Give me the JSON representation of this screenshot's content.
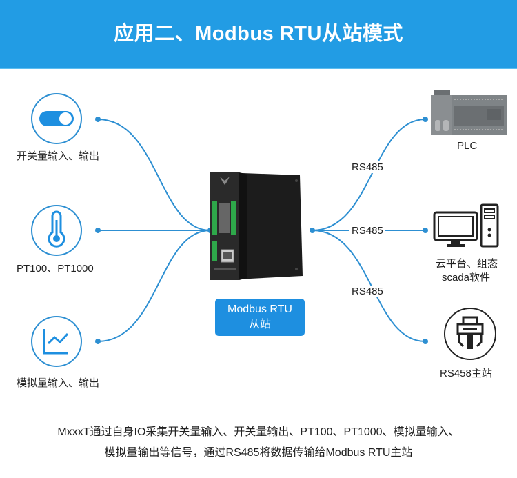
{
  "header": {
    "title": "应用二、Modbus RTU从站模式",
    "bg_color": "#229ce4"
  },
  "accent_color": "#2d8fd2",
  "left_nodes": [
    {
      "icon": "toggle-switch-icon",
      "label": "开关量输入、输出"
    },
    {
      "icon": "thermometer-icon",
      "label": "PT100、PT1000"
    },
    {
      "icon": "line-chart-icon",
      "label": "模拟量输入、输出"
    }
  ],
  "center": {
    "device": "io-module-device",
    "badge_line1": "Modbus RTU",
    "badge_line2": "从站"
  },
  "links": [
    {
      "label": "RS485"
    },
    {
      "label": "RS485"
    },
    {
      "label": "RS485"
    }
  ],
  "right_nodes": [
    {
      "icon": "plc-icon",
      "label": "PLC"
    },
    {
      "icon": "computer-icon",
      "label_line1": "云平台、组态",
      "label_line2": "scada软件"
    },
    {
      "icon": "serial-connector-icon",
      "label": "RS458主站"
    }
  ],
  "footer": {
    "line1": "MxxxT通过自身IO采集开关量输入、开关量输出、PT100、PT1000、模拟量输入、",
    "line2": "模拟量输出等信号，通过RS485将数据传输给Modbus RTU主站"
  }
}
